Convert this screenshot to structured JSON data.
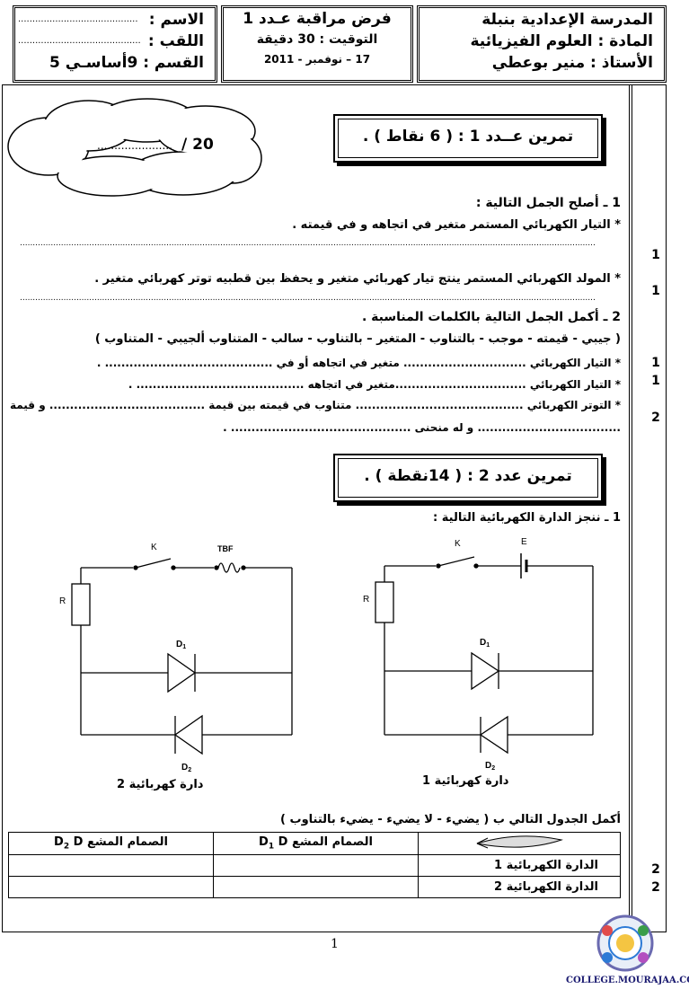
{
  "header": {
    "school": {
      "line1": "المدرسة الإعدادية بنبلة",
      "line2": "المادة : العلوم الفيزيائية",
      "line3": "الأستاذ : منير  بوعطي"
    },
    "exam": {
      "title": "فرض مراقبة عـدد 1",
      "duration": "التوقيت : 30 دقيقة",
      "date": "17 – نوفمبر - 2011"
    },
    "student": {
      "name_label": "الاسم :",
      "name_dots": "..........................................",
      "surname_label": "اللقب :",
      "surname_dots": "...........................................",
      "class_label": "القسم : 9أساسـي  5"
    }
  },
  "score": {
    "total": "20  /",
    "dots": "......................"
  },
  "ex1": {
    "title": "تمرين عــدد 1 : ( 6 نقاط ) .",
    "q1_title": "1 ـ أصلح الجمل التالية :",
    "q1_s1": "* التيار الكهربائي المستمر متغير في اتجاهه و في قيمته .",
    "q1_s2": "* المولد الكهربائي المستمر ينتج تيار كهربائي متغير و يحفظ بين قطبيه توتر كهربائي متغير .",
    "answer_line": "................................................................................................................................................................................................................................",
    "q2_title": "2 ـ أكمل الجمل التالية بالكلمات المناسبة .",
    "q2_words": "( جيبي - قيمته - موجب - بالتناوب -  المتغير – بالتناوب -  سالب -  المتناوب ألجيبي -  المتناوب  )",
    "q2_s1": "* التيار الكهربائي .............................. متغير في اتجاهه أو في ......................................... .",
    "q2_s2": "* التيار الكهربائي ................................متغير في اتجاهه ......................................... .",
    "q2_s3": "* التوتر الكهربائي ......................................... متناوب في قيمته بين قيمة ...................................... و قيمة",
    "q2_s4": "................................... و له منحنى ............................................ ."
  },
  "ex2": {
    "title": "تمرين عدد 2 : ( 14نقطة ) .",
    "q1_title": "1 ـ ننجز الدارة الكهربائية التالية :",
    "circuit1_caption": "دارة كهربائية 1",
    "circuit2_caption": "دارة كهربائية 2",
    "labels": {
      "K": "K",
      "E": "E",
      "R": "R",
      "TBF": "TBF",
      "D1": "D",
      "D1_sub": "1",
      "D2": "D",
      "D2_sub": "2",
      "D2b_sub": "2"
    },
    "table_title": "أكمل الجدول التالي ب ( يضيء  -  لا يضيء  -  يضيء بالتناوب )",
    "table_headers": [
      "",
      "الصمام المشع D",
      "الصمام المشع D"
    ],
    "table_header_subs": [
      "1",
      "2"
    ],
    "table_rows": [
      "الدارة الكهربائية 1",
      "الدارة الكهربائية 2"
    ]
  },
  "marks": [
    "1",
    "1",
    "1",
    "1",
    "2",
    "2",
    "2"
  ],
  "footer": {
    "page": "1",
    "logo_text": "COLLEGE.MOURAJAA.COM"
  }
}
